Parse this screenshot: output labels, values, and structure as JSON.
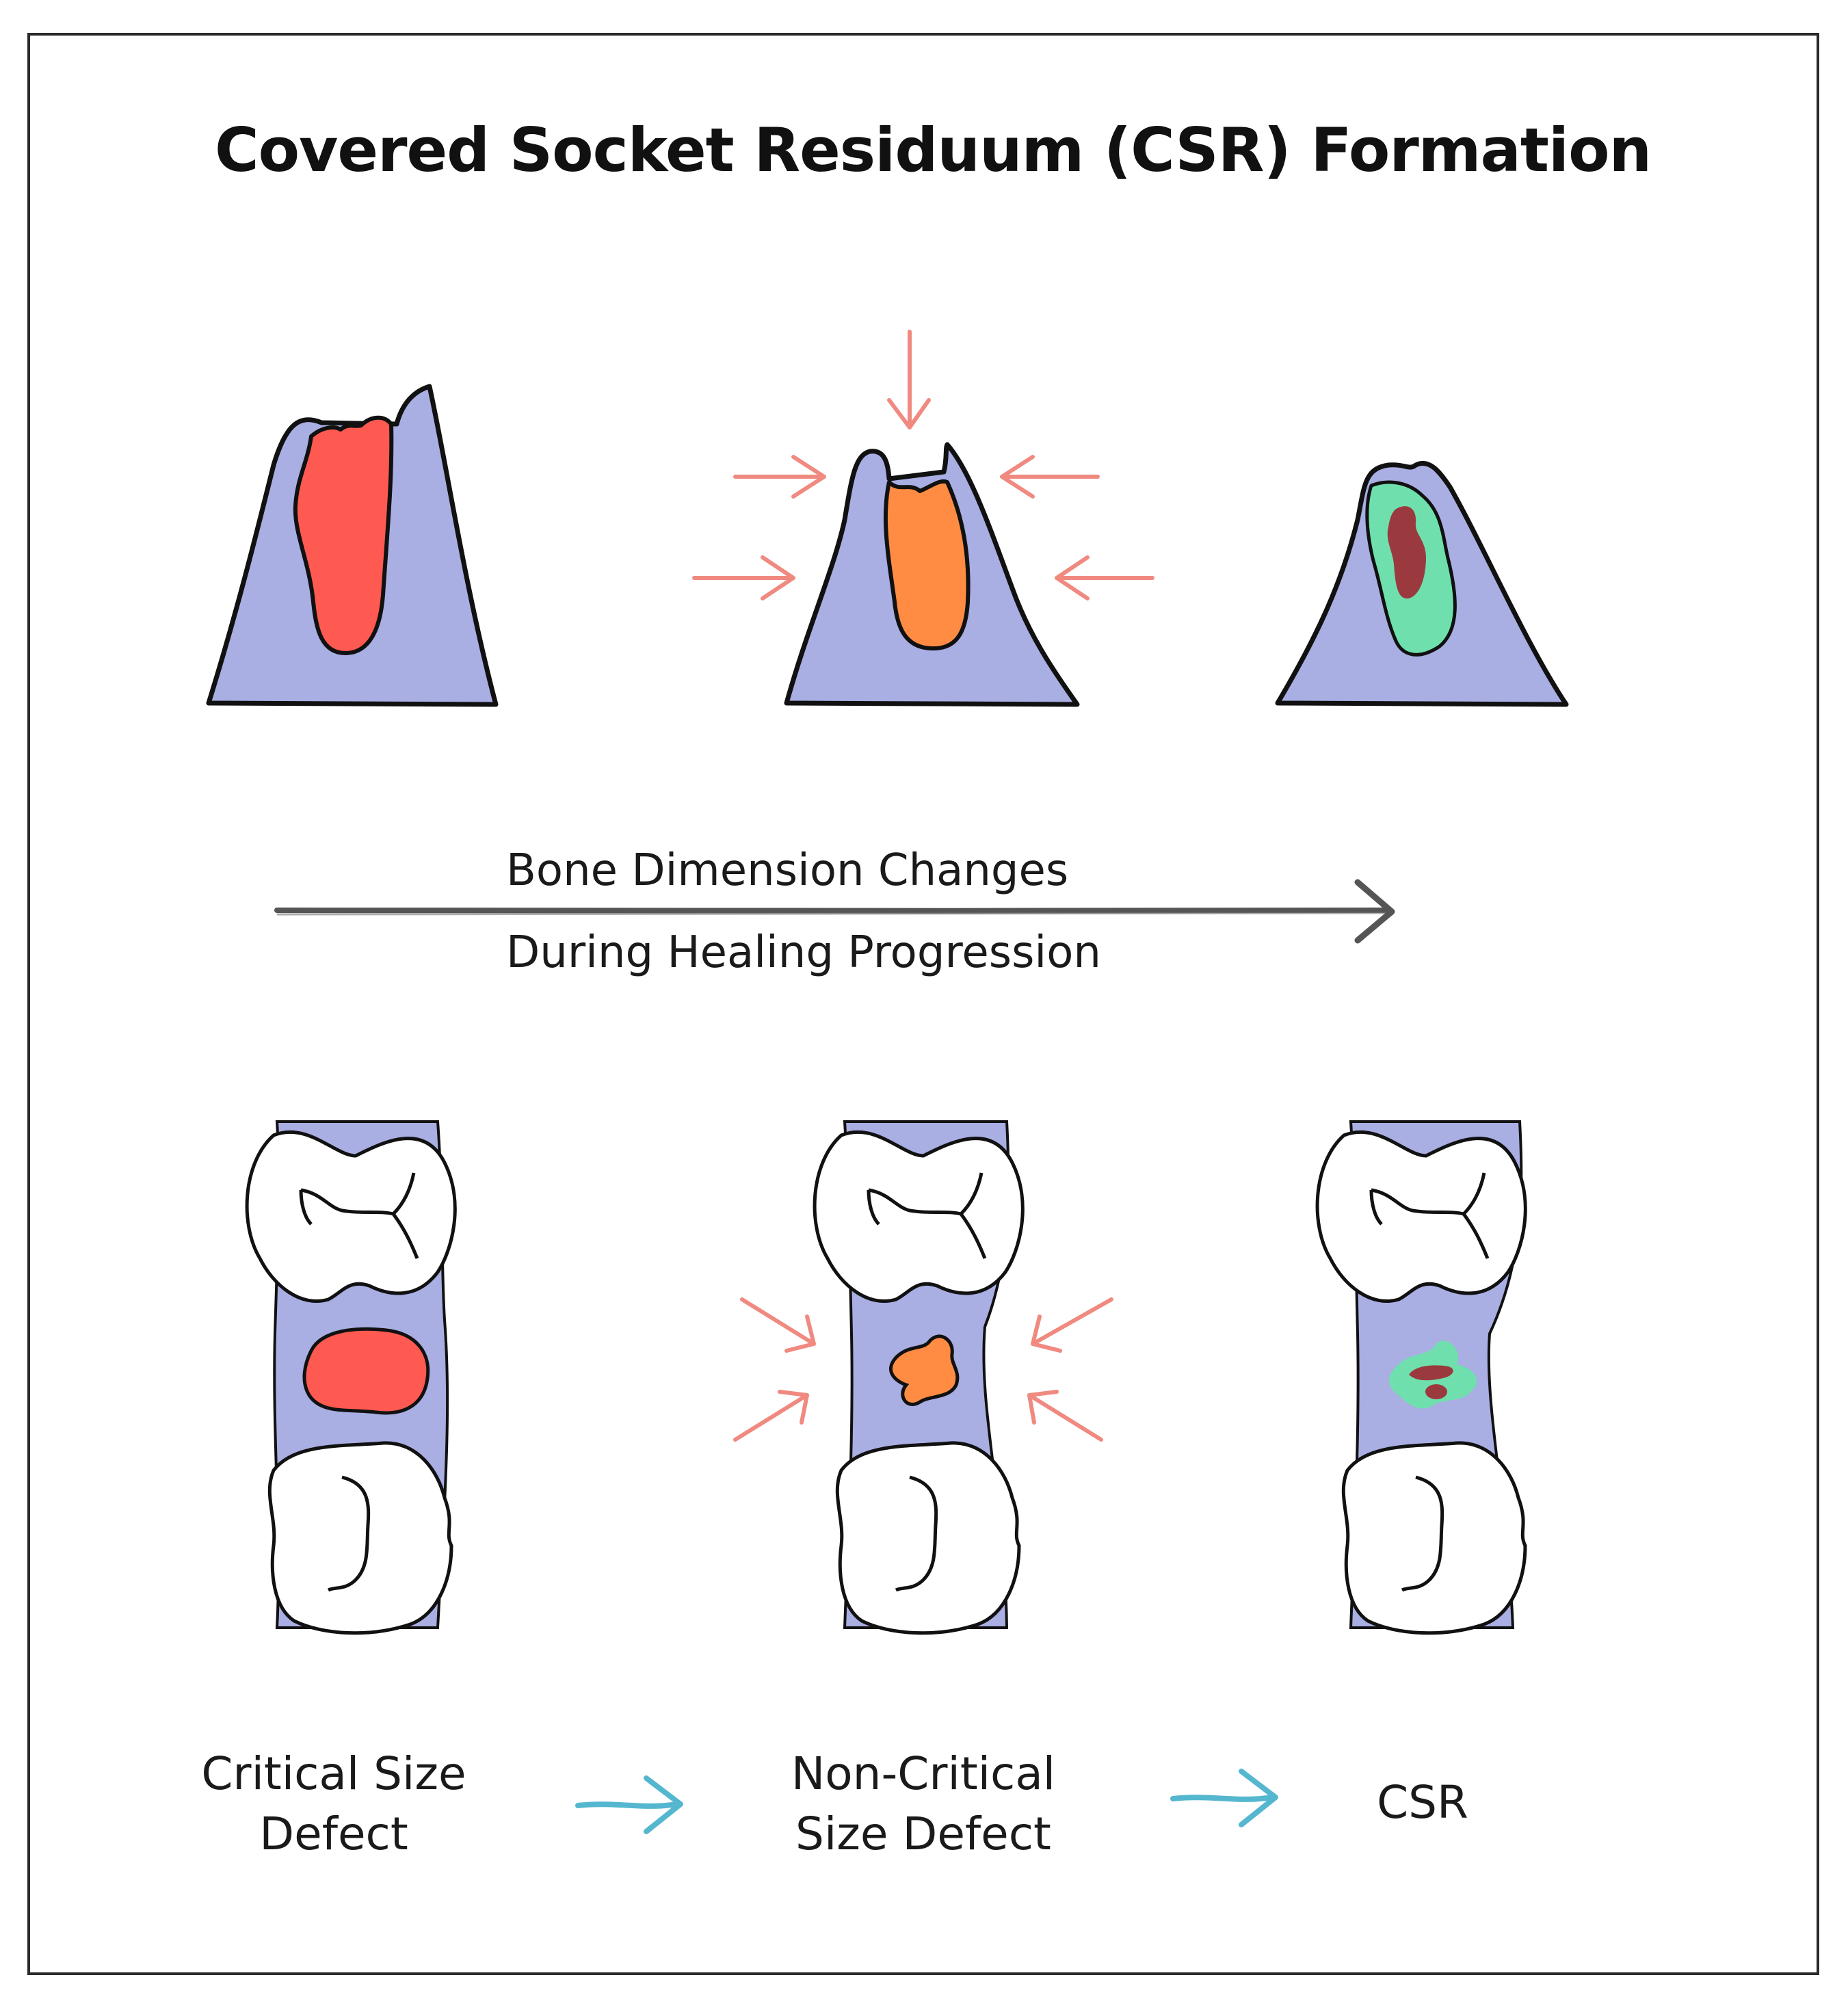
{
  "title": "Covered Socket Residuum (CSR) Formation",
  "timeline": {
    "line1": "Bone Dimension Changes",
    "line2": "During Healing Progression"
  },
  "stages": [
    {
      "line1": "Critical Size",
      "line2": "Defect"
    },
    {
      "line1": "Non-Critical",
      "line2": "Size Defect"
    },
    {
      "line1": "CSR",
      "line2": ""
    }
  ],
  "colors": {
    "bone": "#a9aee3",
    "critical_defect": "#ff5a52",
    "non_critical_defect": "#ff8c42",
    "csr_tissue": "#6fe0ad",
    "csr_core": "#9b3a3e",
    "compression_arrow": "#f08a80",
    "progress_arrow": "#55b7cf",
    "timeline_arrow": "#555555",
    "outline": "#111111"
  }
}
